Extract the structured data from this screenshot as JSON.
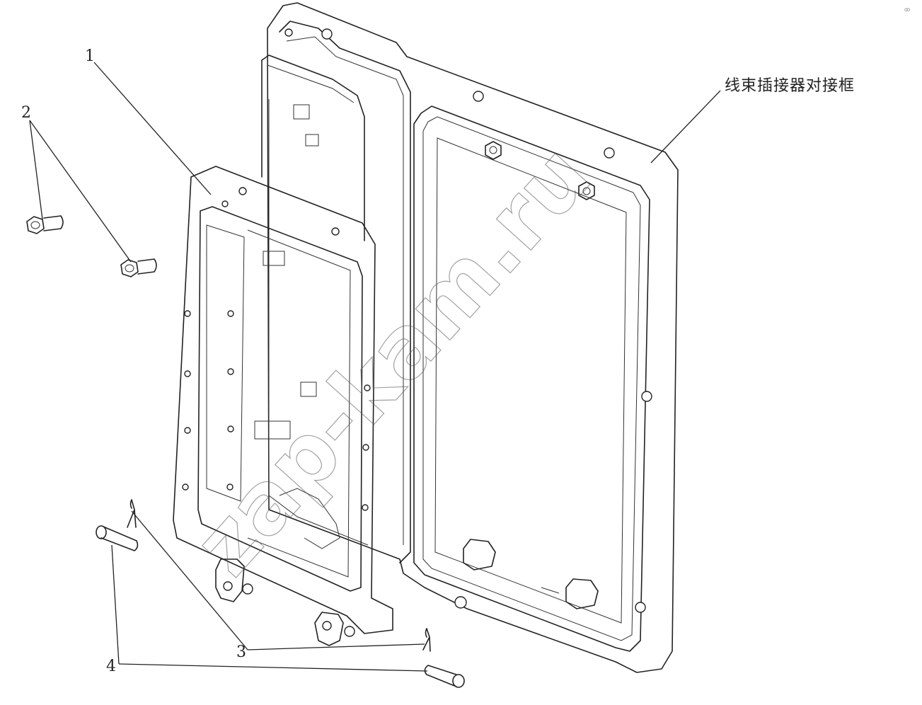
{
  "callouts": {
    "part_1": "1",
    "part_2": "2",
    "part_3": "3",
    "part_4": "4"
  },
  "caption": "线束插接器对接框",
  "watermark": "zap-kam.ru",
  "corner_mark": "ꝏ"
}
